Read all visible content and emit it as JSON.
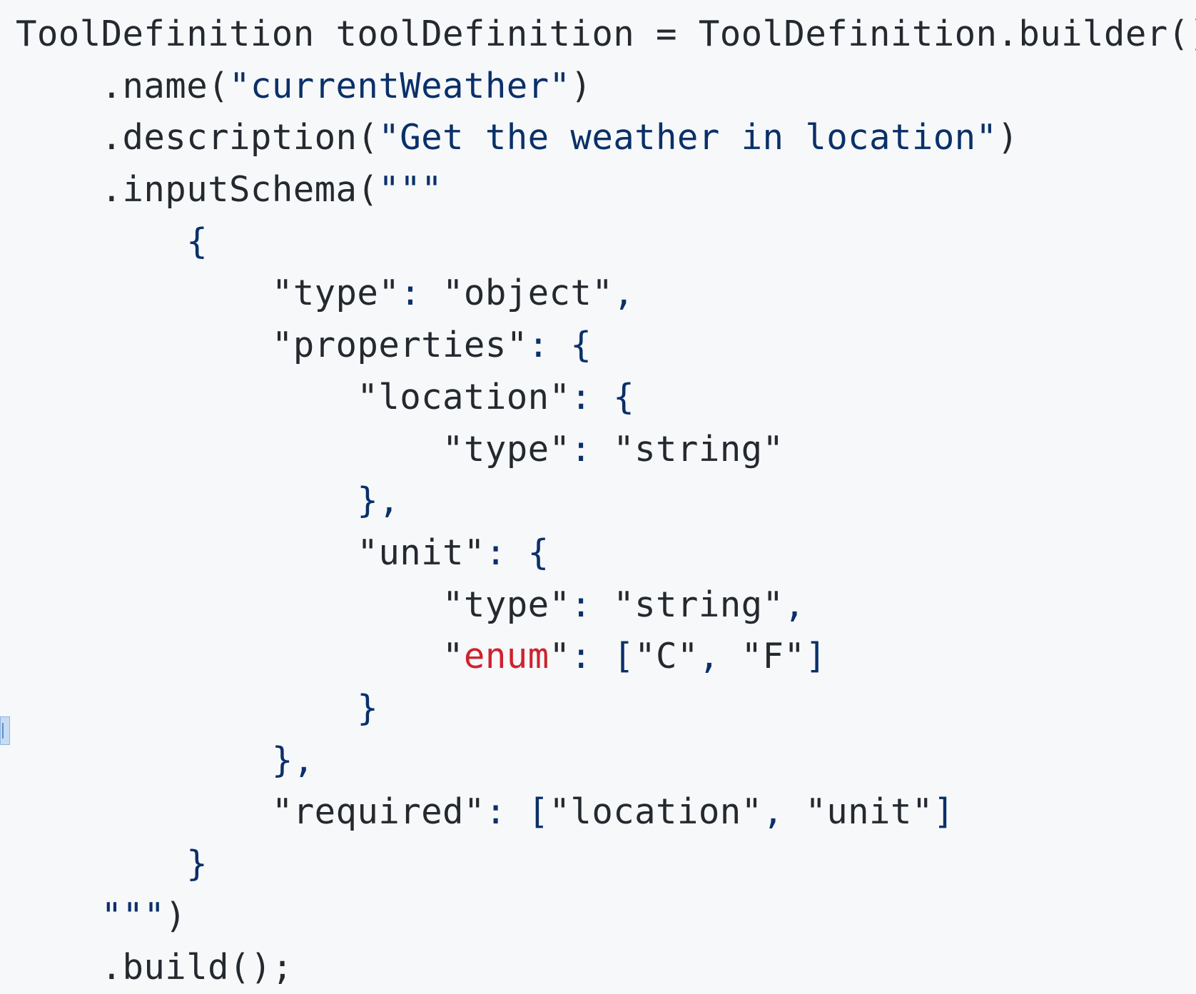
{
  "code": {
    "lines": [
      {
        "indent": "",
        "segments": [
          {
            "t": "ToolDefinition toolDefinition = ToolDefinition.builder()",
            "c": "punc"
          }
        ]
      },
      {
        "indent": "    ",
        "segments": [
          {
            "t": ".name(",
            "c": "punc"
          },
          {
            "t": "\"currentWeather\"",
            "c": "str"
          },
          {
            "t": ")",
            "c": "punc"
          }
        ]
      },
      {
        "indent": "    ",
        "segments": [
          {
            "t": ".description(",
            "c": "punc"
          },
          {
            "t": "\"Get the weather in location\"",
            "c": "str"
          },
          {
            "t": ")",
            "c": "punc"
          }
        ]
      },
      {
        "indent": "    ",
        "segments": [
          {
            "t": ".inputSchema(",
            "c": "punc"
          },
          {
            "t": "\"\"\"",
            "c": "str"
          }
        ]
      },
      {
        "indent": "        ",
        "segments": [
          {
            "t": "{",
            "c": "json-punc"
          }
        ]
      },
      {
        "indent": "            ",
        "segments": [
          {
            "t": "\"type\"",
            "c": "json-key"
          },
          {
            "t": ": ",
            "c": "json-punc"
          },
          {
            "t": "\"object\"",
            "c": "json-key"
          },
          {
            "t": ",",
            "c": "json-punc"
          }
        ]
      },
      {
        "indent": "            ",
        "segments": [
          {
            "t": "\"properties\"",
            "c": "json-key"
          },
          {
            "t": ": {",
            "c": "json-punc"
          }
        ]
      },
      {
        "indent": "                ",
        "segments": [
          {
            "t": "\"location\"",
            "c": "json-key"
          },
          {
            "t": ": {",
            "c": "json-punc"
          }
        ]
      },
      {
        "indent": "                    ",
        "segments": [
          {
            "t": "\"type\"",
            "c": "json-key"
          },
          {
            "t": ": ",
            "c": "json-punc"
          },
          {
            "t": "\"string\"",
            "c": "json-key"
          }
        ]
      },
      {
        "indent": "                ",
        "segments": [
          {
            "t": "},",
            "c": "json-punc"
          }
        ]
      },
      {
        "indent": "                ",
        "segments": [
          {
            "t": "\"unit\"",
            "c": "json-key"
          },
          {
            "t": ": {",
            "c": "json-punc"
          }
        ]
      },
      {
        "indent": "                    ",
        "segments": [
          {
            "t": "\"type\"",
            "c": "json-key"
          },
          {
            "t": ": ",
            "c": "json-punc"
          },
          {
            "t": "\"string\"",
            "c": "json-key"
          },
          {
            "t": ",",
            "c": "json-punc"
          }
        ]
      },
      {
        "indent": "                    ",
        "segments": [
          {
            "t": "\"",
            "c": "json-key"
          },
          {
            "t": "enum",
            "c": "red"
          },
          {
            "t": "\"",
            "c": "json-key"
          },
          {
            "t": ": [",
            "c": "json-punc"
          },
          {
            "t": "\"C\"",
            "c": "json-key"
          },
          {
            "t": ", ",
            "c": "json-punc"
          },
          {
            "t": "\"F\"",
            "c": "json-key"
          },
          {
            "t": "]",
            "c": "json-punc"
          }
        ]
      },
      {
        "indent": "                ",
        "segments": [
          {
            "t": "}",
            "c": "json-punc"
          }
        ]
      },
      {
        "indent": "            ",
        "segments": [
          {
            "t": "},",
            "c": "json-punc"
          }
        ]
      },
      {
        "indent": "            ",
        "segments": [
          {
            "t": "\"required\"",
            "c": "json-key"
          },
          {
            "t": ": [",
            "c": "json-punc"
          },
          {
            "t": "\"location\"",
            "c": "json-key"
          },
          {
            "t": ", ",
            "c": "json-punc"
          },
          {
            "t": "\"unit\"",
            "c": "json-key"
          },
          {
            "t": "]",
            "c": "json-punc"
          }
        ]
      },
      {
        "indent": "        ",
        "segments": [
          {
            "t": "}",
            "c": "json-punc"
          }
        ]
      },
      {
        "indent": "    ",
        "segments": [
          {
            "t": "\"\"\"",
            "c": "str"
          },
          {
            "t": ")",
            "c": "punc"
          }
        ]
      },
      {
        "indent": "    ",
        "segments": [
          {
            "t": ".build();",
            "c": "punc"
          }
        ]
      }
    ]
  }
}
